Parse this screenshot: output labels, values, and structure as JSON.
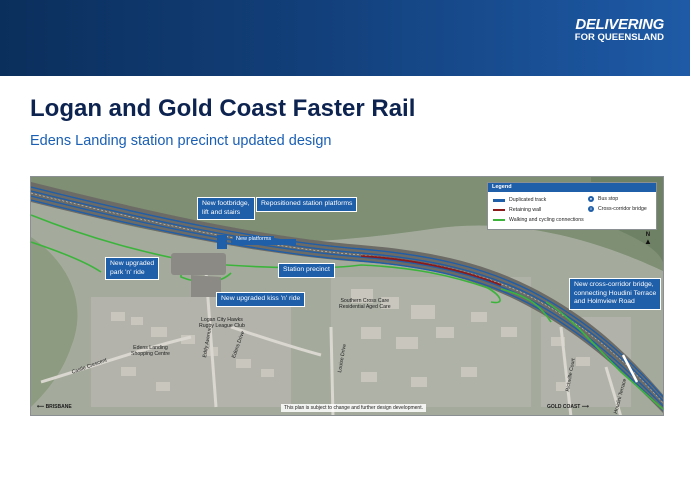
{
  "header": {
    "brand_line1": "DELIVERING",
    "brand_line2": "FOR QUEENSLAND"
  },
  "page": {
    "title": "Logan and Gold Coast Faster Rail",
    "subtitle": "Edens Landing station precinct updated design"
  },
  "callouts": {
    "footbridge": "New footbridge,\nlift and stairs",
    "platforms": "Repositioned station platforms",
    "new_platforms": "New platforms",
    "park_ride": "New upgraded\npark 'n' ride",
    "station_precinct": "Station precinct",
    "kiss_ride": "New upgraded kiss 'n' ride",
    "cross_corridor": "New cross-corridor bridge,\nconnecting Houdini Terrace\nand Holmview Road"
  },
  "legend": {
    "title": "Legend",
    "items": [
      {
        "label": "Duplicated track",
        "color": "#1f5ea8"
      },
      {
        "label": "Retaining wall",
        "color": "#8b1a1a"
      },
      {
        "label": "Walking and cycling connections",
        "color": "#3cb43c"
      },
      {
        "label": "Bus stop",
        "icon": "bus-icon"
      },
      {
        "label": "Cross-corridor bridge",
        "icon": "bridge-icon"
      }
    ]
  },
  "places": {
    "rugby_club": "Logan City Hawks\nRugby League Club",
    "aged_care": "Southern Cross Care\nResidential Aged Care",
    "shopping": "Edens Landing\nShopping Centre"
  },
  "roads": {
    "castle": "Castle Crescent",
    "eddy": "Eddy Avenue",
    "edens": "Edens Drive",
    "louise": "Louise Drive",
    "richville": "Richville Court",
    "houdini": "Houdini Terrace"
  },
  "directions": {
    "left": "BRISBANE",
    "right": "GOLD COAST",
    "north": "N"
  },
  "note": "This plan is subject to change and further design development.",
  "colors": {
    "banner": "#123f7a",
    "title": "#0d2350",
    "subtitle": "#1a5fb4",
    "callout": "#1f5ea8",
    "track": "#1f5ea8",
    "retaining_wall": "#8b1a1a",
    "walkway": "#3cb43c"
  }
}
